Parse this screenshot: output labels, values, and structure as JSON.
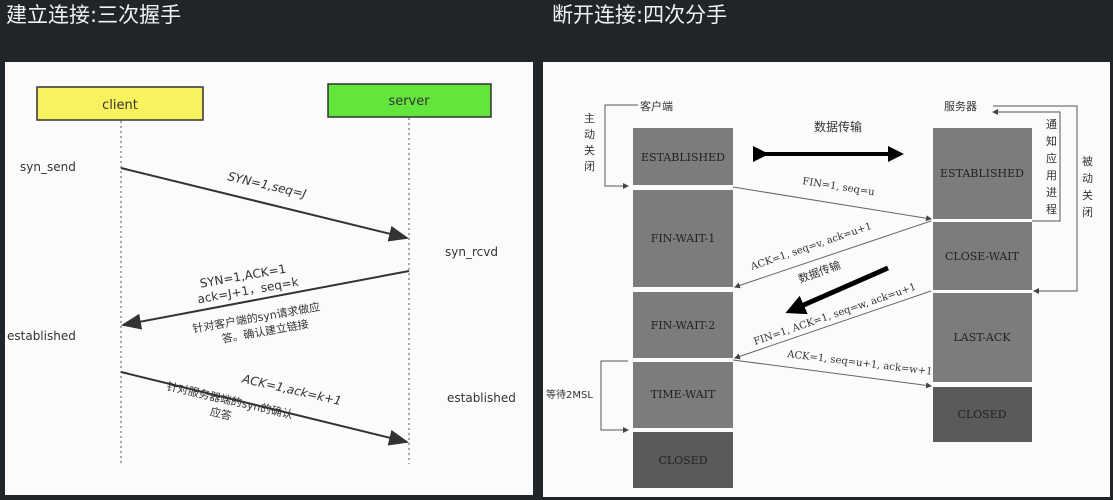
{
  "titles": {
    "handshake": "建立连接:三次握手",
    "teardown": "断开连接:四次分手"
  },
  "handshake": {
    "client": "client",
    "server": "server",
    "states": {
      "syn_send": "syn_send",
      "syn_rcvd": "syn_rcvd",
      "client_established": "established",
      "server_established": "established"
    },
    "msg1": "SYN=1,seq=J",
    "msg2_line1": "SYN=1,ACK=1",
    "msg2_line2": "ack=J+1，seq=k",
    "msg2_note_line1": "针对客户端的syn请求做应",
    "msg2_note_line2": "答。确认建立链接",
    "msg3": "ACK=1,ack=k+1",
    "msg3_note_line1": "针对服务器端的syn的确认",
    "msg3_note_line2": "应答",
    "colors": {
      "client": "#f7f25e",
      "server": "#62e63c"
    }
  },
  "teardown": {
    "client_label": "客户端",
    "server_label": "服务器",
    "active_close": [
      "主",
      "动",
      "关",
      "闭"
    ],
    "passive_close": [
      "被",
      "动",
      "关",
      "闭"
    ],
    "notify_app": [
      "通",
      "知",
      "应",
      "用",
      "进",
      "程"
    ],
    "data_transfer_top": "数据传输",
    "data_transfer_mid": "数据传输",
    "wait_2msl": "等待2MSL",
    "client_states": [
      "ESTABLISHED",
      "FIN-WAIT-1",
      "FIN-WAIT-2",
      "TIME-WAIT",
      "CLOSED"
    ],
    "server_states": [
      "ESTABLISHED",
      "CLOSE-WAIT",
      "LAST-ACK",
      "CLOSED"
    ],
    "msg1": "FIN=1, seq=u",
    "msg2": "ACK=1, seq=v, ack=u+1",
    "msg3": "FIN=1, ACK=1, seq=w, ack=u+1",
    "msg4": "ACK=1, seq=u+1, ack=w+1"
  }
}
